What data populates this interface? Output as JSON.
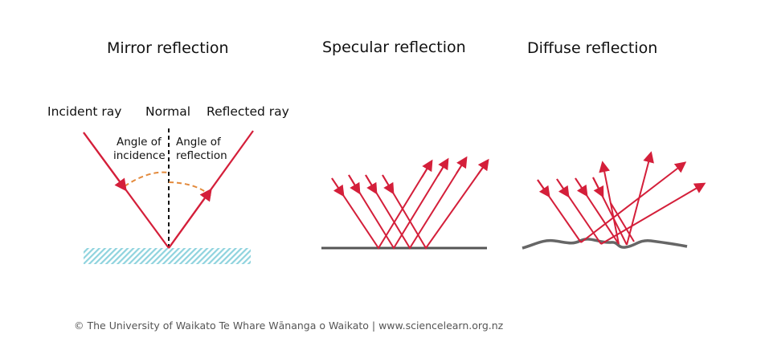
{
  "titles": {
    "mirror": "Mirror reflection",
    "specular": "Specular reflection",
    "diffuse": "Diffuse reflection"
  },
  "mirror_labels": {
    "incident": "Incident ray",
    "normal": "Normal",
    "reflected": "Reflected ray",
    "angle_incidence_1": "Angle of",
    "angle_incidence_2": "incidence",
    "angle_reflection_1": "Angle of",
    "angle_reflection_2": "reflection"
  },
  "footer": "© The University of Waikato Te Whare Wānanga o Waikato | www.sciencelearn.org.nz",
  "colors": {
    "ray": "#d41f3a",
    "angle_arc": "#e38a3c",
    "mirror_hatch": "#8fd3de",
    "surface": "#555555"
  }
}
